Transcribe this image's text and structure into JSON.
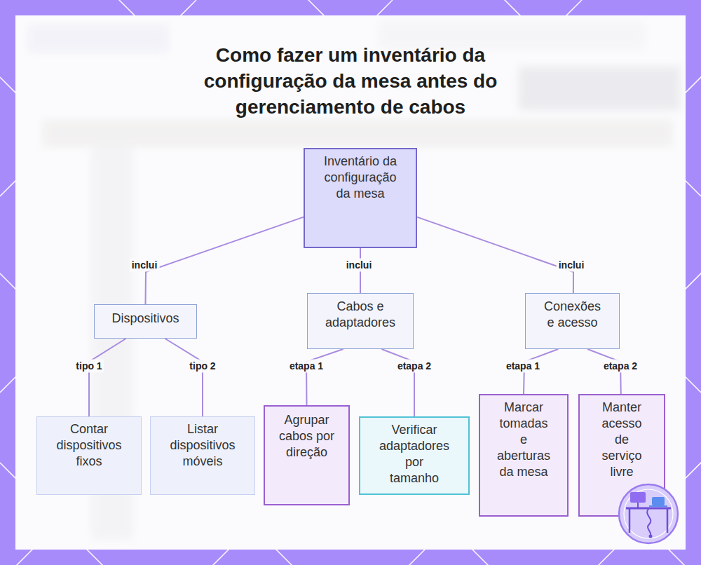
{
  "diagram": {
    "title": "Como fazer um inventário da configuração da mesa antes do gerenciamento de cabos",
    "nodes": [
      {
        "text": [
          "Inventário da configuração da mesa"
        ]
      },
      {
        "text": [
          "Dispositivos"
        ]
      },
      {
        "text": [
          "Cabos e adaptadores"
        ]
      },
      {
        "text": [
          "Conexões e acesso"
        ]
      },
      {
        "text": [
          "Contar dispositivos fixos"
        ]
      },
      {
        "text": [
          "Listar dispositivos móveis"
        ]
      },
      {
        "text": [
          "Agrupar cabos por direção"
        ]
      },
      {
        "text": [
          "Verificar adaptadores por tamanho"
        ]
      },
      {
        "text": [
          "Marcar tomadas e aberturas da mesa"
        ]
      },
      {
        "text": [
          "Manter acesso de serviço livre"
        ]
      }
    ],
    "edges": [
      {
        "from": 0,
        "to": 1,
        "label": "inclui",
        "arrow": "none"
      },
      {
        "from": 0,
        "to": 2,
        "label": "inclui",
        "arrow": "none"
      },
      {
        "from": 0,
        "to": 3,
        "label": "inclui",
        "arrow": "none"
      },
      {
        "from": 1,
        "to": 4,
        "label": "tipo 1",
        "arrow": "none"
      },
      {
        "from": 1,
        "to": 5,
        "label": "tipo 2",
        "arrow": "none"
      },
      {
        "from": 2,
        "to": 6,
        "label": "etapa 1",
        "arrow": "none"
      },
      {
        "from": 2,
        "to": 7,
        "label": "etapa 2",
        "arrow": "none"
      },
      {
        "from": 3,
        "to": 8,
        "label": "etapa 1",
        "arrow": "none"
      },
      {
        "from": 3,
        "to": 9,
        "label": "etapa 2",
        "arrow": "none"
      }
    ]
  }
}
